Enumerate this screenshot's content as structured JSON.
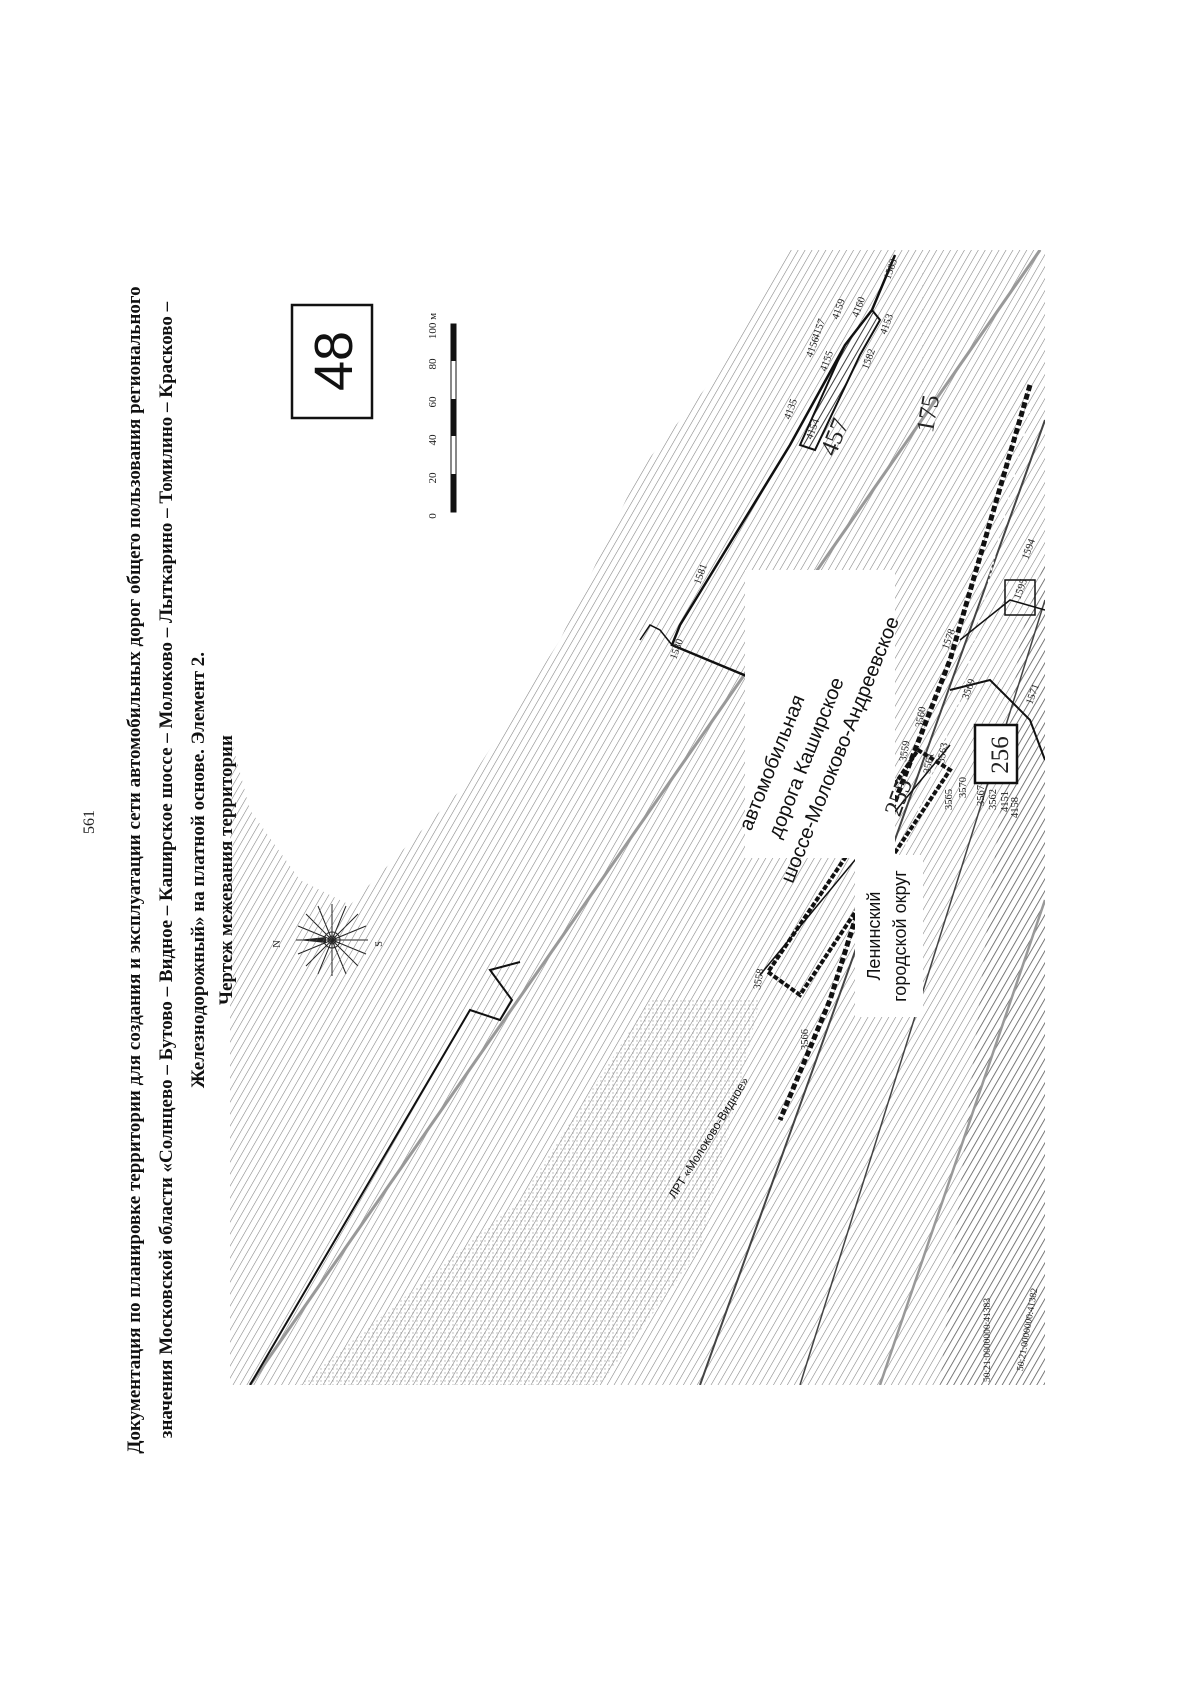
{
  "page_number": "561",
  "title_lines": [
    "Документация по планировке территории для создания и эксплуатации сети автомобильных дорог общего пользования регионального",
    "значения Московской области «Солнцево – Бутово – Видное – Каширское шоссе – Молоково – Лыткарино – Томилино – Красково –",
    "Железнодорожный» на платной основе. Элемент 2.",
    "Чертеж межевания территории"
  ],
  "sheet_number": "48",
  "compass": {
    "north": "N",
    "south": "S"
  },
  "scale_bar": {
    "ticks": [
      "0",
      "20",
      "40",
      "60",
      "80",
      "100 м"
    ]
  },
  "labels": {
    "road": [
      "автомобильная",
      "дорога Каширское",
      "шоссе-Молоково-Андреевское"
    ],
    "district": [
      "Ленинский",
      "городской округ"
    ],
    "railway": "ЛРТ «Молоково-Видное»"
  },
  "big_numbers": [
    "457",
    "175",
    "255",
    "256"
  ],
  "points": [
    "1583",
    "4160",
    "4159",
    "4157",
    "4156",
    "4155",
    "4153",
    "1582",
    "4135",
    "4154",
    "1581",
    "1580",
    "1578",
    "1595",
    "1594",
    "3569",
    "1571",
    "3560",
    "3559",
    "3563",
    "3561",
    "3558",
    "3566",
    "3565",
    "3570",
    "3567",
    "3562",
    "4158",
    "4151"
  ],
  "cadastral": [
    "50:21:0000000:41383",
    "50:21:0000000:41382"
  ],
  "colors": {
    "boundary": "#111111",
    "hatch": "#555555",
    "background": "#ffffff"
  }
}
